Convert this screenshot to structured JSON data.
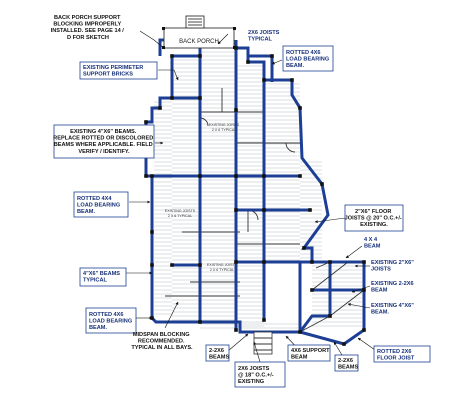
{
  "porch_label": "BACK PORCH",
  "room_labels": {
    "r1": [
      "EXISTING JOISTS",
      "2 X 6 TYPICAL"
    ],
    "r2": [
      "EXISTING JOISTS",
      "2 X 6 TYPICAL"
    ],
    "r3": [
      "EXISTING JOISTS",
      "2 X 6 TYPICAL"
    ]
  },
  "callouts": {
    "back_porch": [
      "BACK PORCH SUPPORT",
      "BLOCKING IMPROPERLY",
      "INSTALLED. SEE PAGE 14 /",
      "D FOR SKETCH"
    ],
    "joists_2x6_top": [
      "2X6 JOISTS",
      "TYPICAL"
    ],
    "rotted_4x6_top": [
      "ROTTED 4X6",
      "LOAD BEARING",
      "BEAM."
    ],
    "perimeter_bricks": [
      "EXISTING PERIMETER",
      "SUPPORT BRICKS"
    ],
    "beams_4x6": [
      "EXISTING 4\"X6\" BEAMS.",
      "REPLACE ROTTED OR DISCOLORED",
      "BEAMS WHERE APPLICABLE. FIELD",
      "VERIFY / IDENTIFY."
    ],
    "rotted_4x4_left": [
      "ROTTED 4X4",
      "LOAD BEARING",
      "BEAM."
    ],
    "floor_joists_2x6": [
      "2\"X6\" FLOOR",
      "JOISTS @ 20\" O.C.+/-",
      "EXISTING."
    ],
    "beam_4x4": [
      "4 X 4",
      "BEAM"
    ],
    "existing_2x6_joists": [
      "EXISTING 2\"X6\"",
      "JOISTS"
    ],
    "beams_typical_4x6": [
      "4\"X6\" BEAMS",
      "TYPICAL"
    ],
    "existing_2_2x6": [
      "EXISTING 2-2X6",
      "BEAM"
    ],
    "existing_4x6_beam": [
      "EXISTING 4\"X6\"",
      "BEAM."
    ],
    "rotted_4x6_lower": [
      "ROTTED 4X6",
      "LOAD BEARING",
      "BEAM."
    ],
    "beams_2_2x6_left": [
      "2-2X6",
      "BEAMS"
    ],
    "support_beam_4x6": [
      "4X6 SUPPORT",
      "BEAM"
    ],
    "beams_2_2x6_right": [
      "2-2X6",
      "BEAMS"
    ],
    "rotted_2x6_floor": [
      "ROTTED 2X6",
      "FLOOR JOIST"
    ],
    "midspan_blocking": [
      "MIDSPAN BLOCKING",
      "RECOMMENDED.",
      "TYPICAL IN ALL BAYS."
    ],
    "joists_2x6_18oc": [
      "2X6 JOISTS",
      "@ 18\" O.C.+/-",
      "EXISTING"
    ]
  }
}
